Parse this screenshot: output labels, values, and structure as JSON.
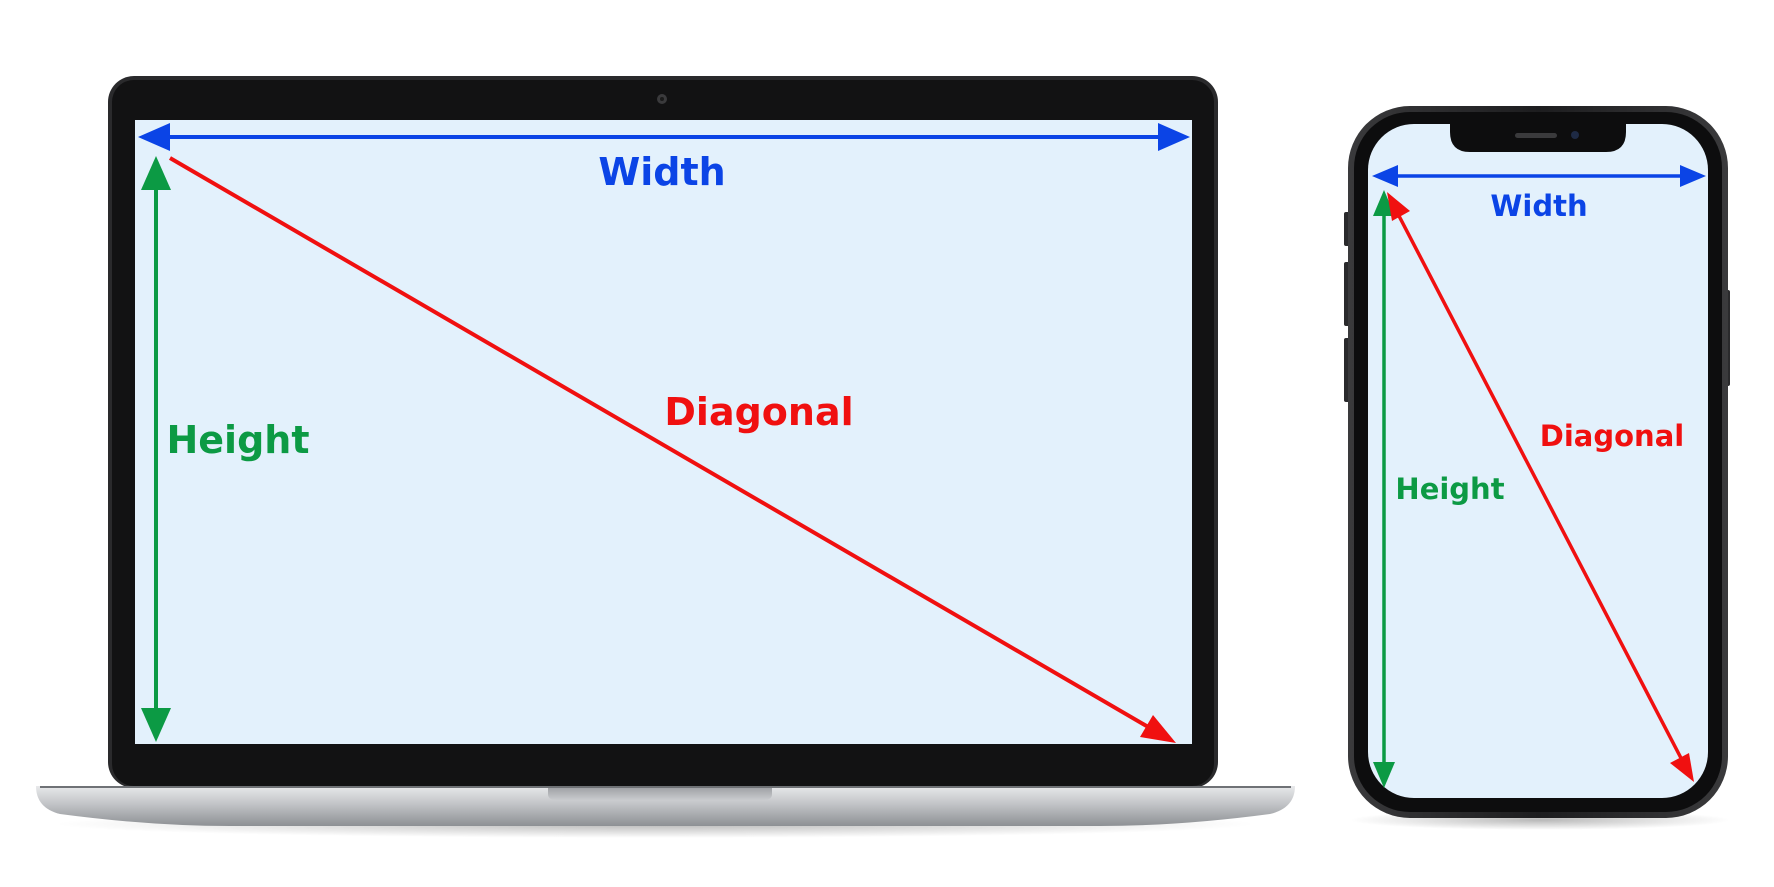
{
  "colors": {
    "width_arrow": "#0b44e6",
    "height_arrow": "#0c9a44",
    "diagonal_arrow": "#f01010",
    "screen_fill": "#e3f1fc",
    "bezel": "#141414",
    "aluminum": "#b4b6b9"
  },
  "laptop": {
    "width_label": "Width",
    "height_label": "Height",
    "diagonal_label": "Diagonal"
  },
  "phone": {
    "width_label": "Width",
    "height_label": "Height",
    "diagonal_label": "Diagonal"
  }
}
